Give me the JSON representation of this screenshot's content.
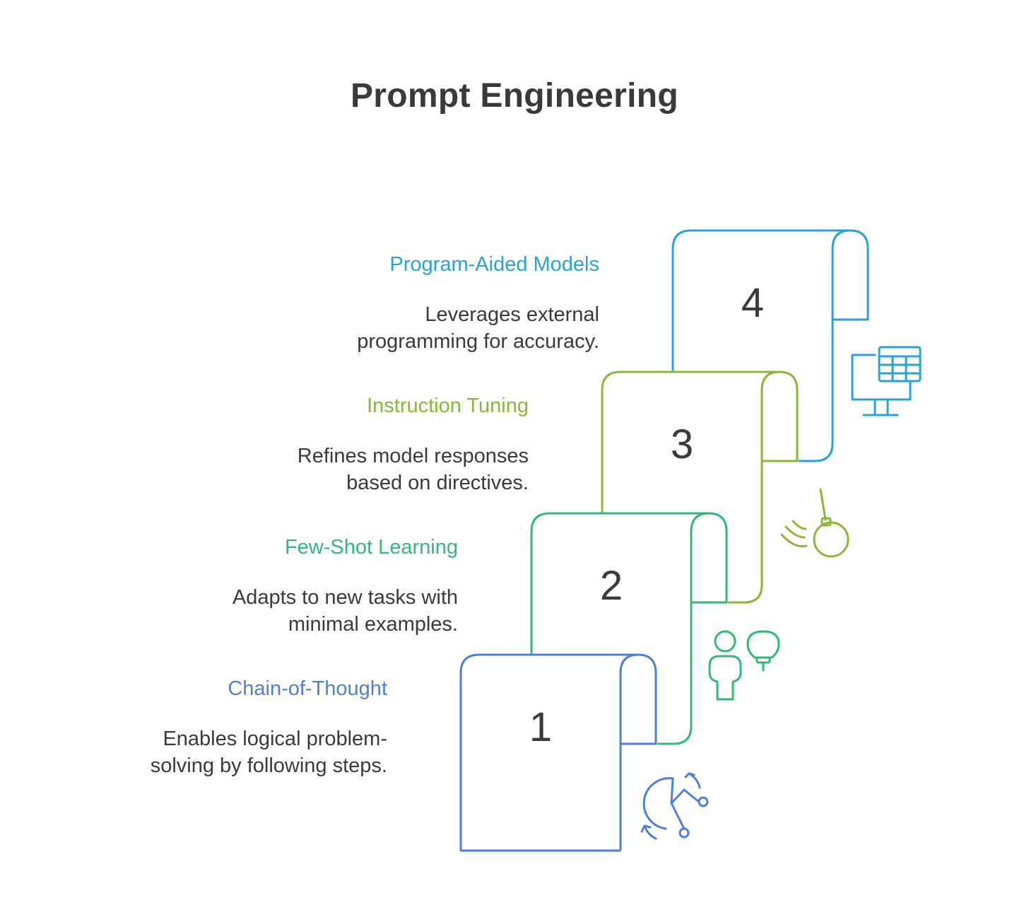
{
  "title": "Prompt Engineering",
  "steps": [
    {
      "number": "1",
      "label": "Chain-of-Thought",
      "description": "Enables logical problem-\nsolving by following steps.",
      "color": "#4f7fd6",
      "icon": "cycle-arrows-icon"
    },
    {
      "number": "2",
      "label": "Few-Shot Learning",
      "description": "Adapts to new tasks with\nminimal examples.",
      "color": "#33b87a",
      "icon": "person-lightbulb-icon"
    },
    {
      "number": "3",
      "label": "Instruction Tuning",
      "description": "Refines model responses\nbased on directives.",
      "color": "#8db53a",
      "icon": "wrecking-ball-icon"
    },
    {
      "number": "4",
      "label": "Program-Aided Models",
      "description": "Leverages external\nprogramming for accuracy.",
      "color": "#2aa3cf",
      "icon": "monitor-spreadsheet-icon"
    }
  ]
}
